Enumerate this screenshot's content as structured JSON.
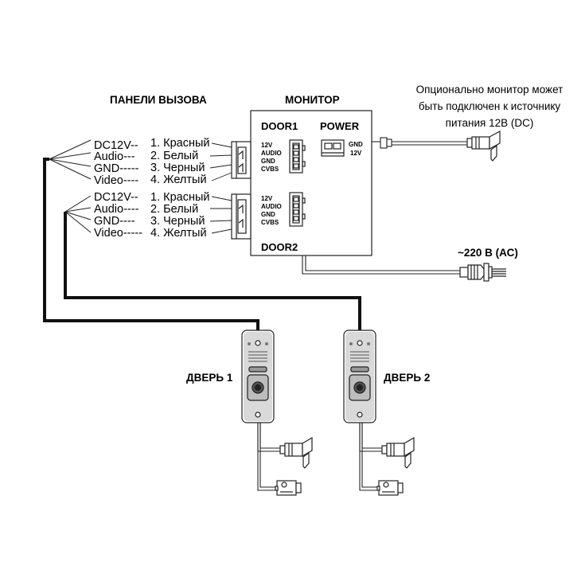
{
  "headings": {
    "panels": "ПАНЕЛИ ВЫЗОВА",
    "monitor": "МОНИТОР",
    "optional_note": [
      "Опционально монитор может",
      "быть подключен к источнику",
      "питания 12В (DC)"
    ],
    "ac_power": "~220 В (АС)",
    "door1": "ДВЕРЬ 1",
    "door2": "ДВЕРЬ 2"
  },
  "wiring_group_1": {
    "left": [
      "DC12V--",
      "Audio---",
      "GND-----",
      "Video----"
    ],
    "right": [
      "1. Красный",
      "2. Белый",
      "3. Черный",
      "4. Желтый"
    ]
  },
  "wiring_group_2": {
    "left": [
      "DC12V--",
      "Audio----",
      "GND----",
      "Video-----"
    ],
    "right": [
      "1. Красный",
      "2. Белый",
      "3. Черный",
      "4. Желтый"
    ]
  },
  "monitor": {
    "door1_label": "DOOR1",
    "power_label": "POWER",
    "door2_label": "DOOR2",
    "door1_pins": [
      "12V",
      "AUDIO",
      "GND",
      "CVBS"
    ],
    "door2_pins": [
      "12V",
      "AUDIO",
      "GND",
      "CVBS"
    ],
    "power_pins": [
      "GND",
      "12V"
    ]
  }
}
